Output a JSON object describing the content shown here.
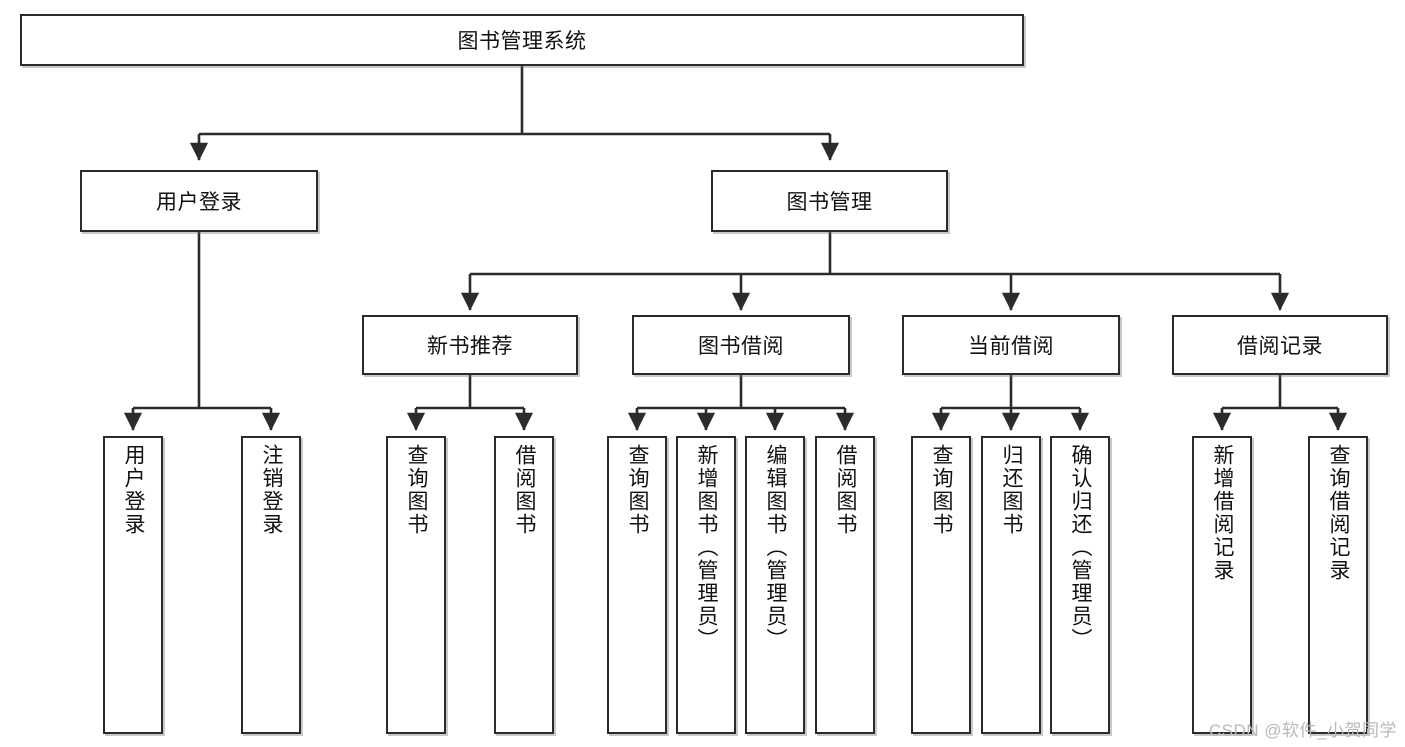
{
  "diagram": {
    "title": "图书管理系统",
    "type": "tree-hierarchy",
    "watermark": "CSDN @软件_小贺同学",
    "colors": {
      "box_border": "#2b2b2b",
      "box_fill": "#ffffff",
      "edge": "#2b2b2b",
      "watermark": "#b9b9b9"
    }
  },
  "nodes": {
    "root": {
      "label": "图书管理系统"
    },
    "level2": [
      {
        "id": "user-login",
        "label": "用户登录"
      },
      {
        "id": "book-manage",
        "label": "图书管理"
      }
    ],
    "level3": [
      {
        "id": "new-book-recommend",
        "label": "新书推荐"
      },
      {
        "id": "book-borrow",
        "label": "图书借阅"
      },
      {
        "id": "current-borrow",
        "label": "当前借阅"
      },
      {
        "id": "borrow-record",
        "label": "借阅记录"
      }
    ],
    "leaves": {
      "user-login": [
        {
          "id": "leaf-user-login",
          "label": "用户登录"
        },
        {
          "id": "leaf-user-logout",
          "label": "注销登录"
        }
      ],
      "new-book-recommend": [
        {
          "id": "leaf-query-book-1",
          "label": "查询图书"
        },
        {
          "id": "leaf-borrow-book-1",
          "label": "借阅图书"
        }
      ],
      "book-borrow": [
        {
          "id": "leaf-query-book-2",
          "label": "查询图书"
        },
        {
          "id": "leaf-add-book",
          "label": "新增图书（管理员）"
        },
        {
          "id": "leaf-edit-book",
          "label": "编辑图书（管理员）"
        },
        {
          "id": "leaf-borrow-book-2",
          "label": "借阅图书"
        }
      ],
      "current-borrow": [
        {
          "id": "leaf-query-book-3",
          "label": "查询图书"
        },
        {
          "id": "leaf-return-book",
          "label": "归还图书"
        },
        {
          "id": "leaf-confirm-return",
          "label": "确认归还（管理员）"
        }
      ],
      "borrow-record": [
        {
          "id": "leaf-add-record",
          "label": "新增借阅记录"
        },
        {
          "id": "leaf-query-record",
          "label": "查询借阅记录"
        }
      ]
    }
  }
}
